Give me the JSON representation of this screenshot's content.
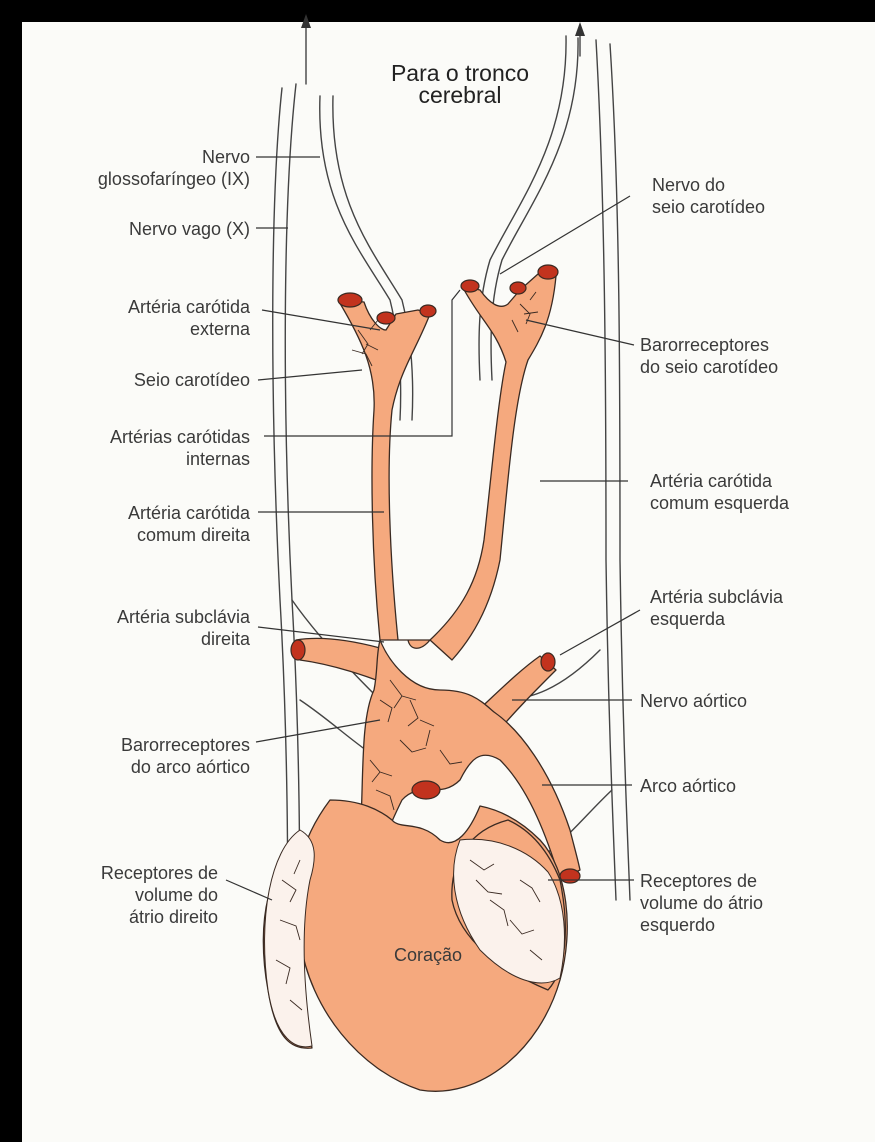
{
  "figure": {
    "title": "Para o tronco\ncerebral",
    "heart_label": "Coração",
    "labels_left": [
      "Nervo\nglossofaríngeo (IX)",
      "Nervo vago (X)",
      "Artéria carótida\nexterna",
      "Seio carotídeo",
      "Artérias carótidas\ninternas",
      "Artéria carótida\ncomum direita",
      "Artéria subclávia\ndireita",
      "Barorreceptores\ndo arco aórtico",
      "Receptores de\nvolume do\nátrio direito"
    ],
    "labels_right": [
      "Nervo do\nseio carotídeo",
      "Barorreceptores\ndo seio carotídeo",
      "Artéria carótida\ncomum esquerda",
      "Artéria subclávia\nesquerda",
      "Nervo aórtico",
      "Arco aórtico",
      "Receptores de\nvolume do átrio\nesquerdo"
    ]
  },
  "colors": {
    "vessel": "#f5a97e",
    "vessel_outline": "#3a2a22",
    "vessel_cut": "#c2331e",
    "nerve_outline": "#444444",
    "background": "#fbfbf8",
    "frame": "#000000"
  }
}
